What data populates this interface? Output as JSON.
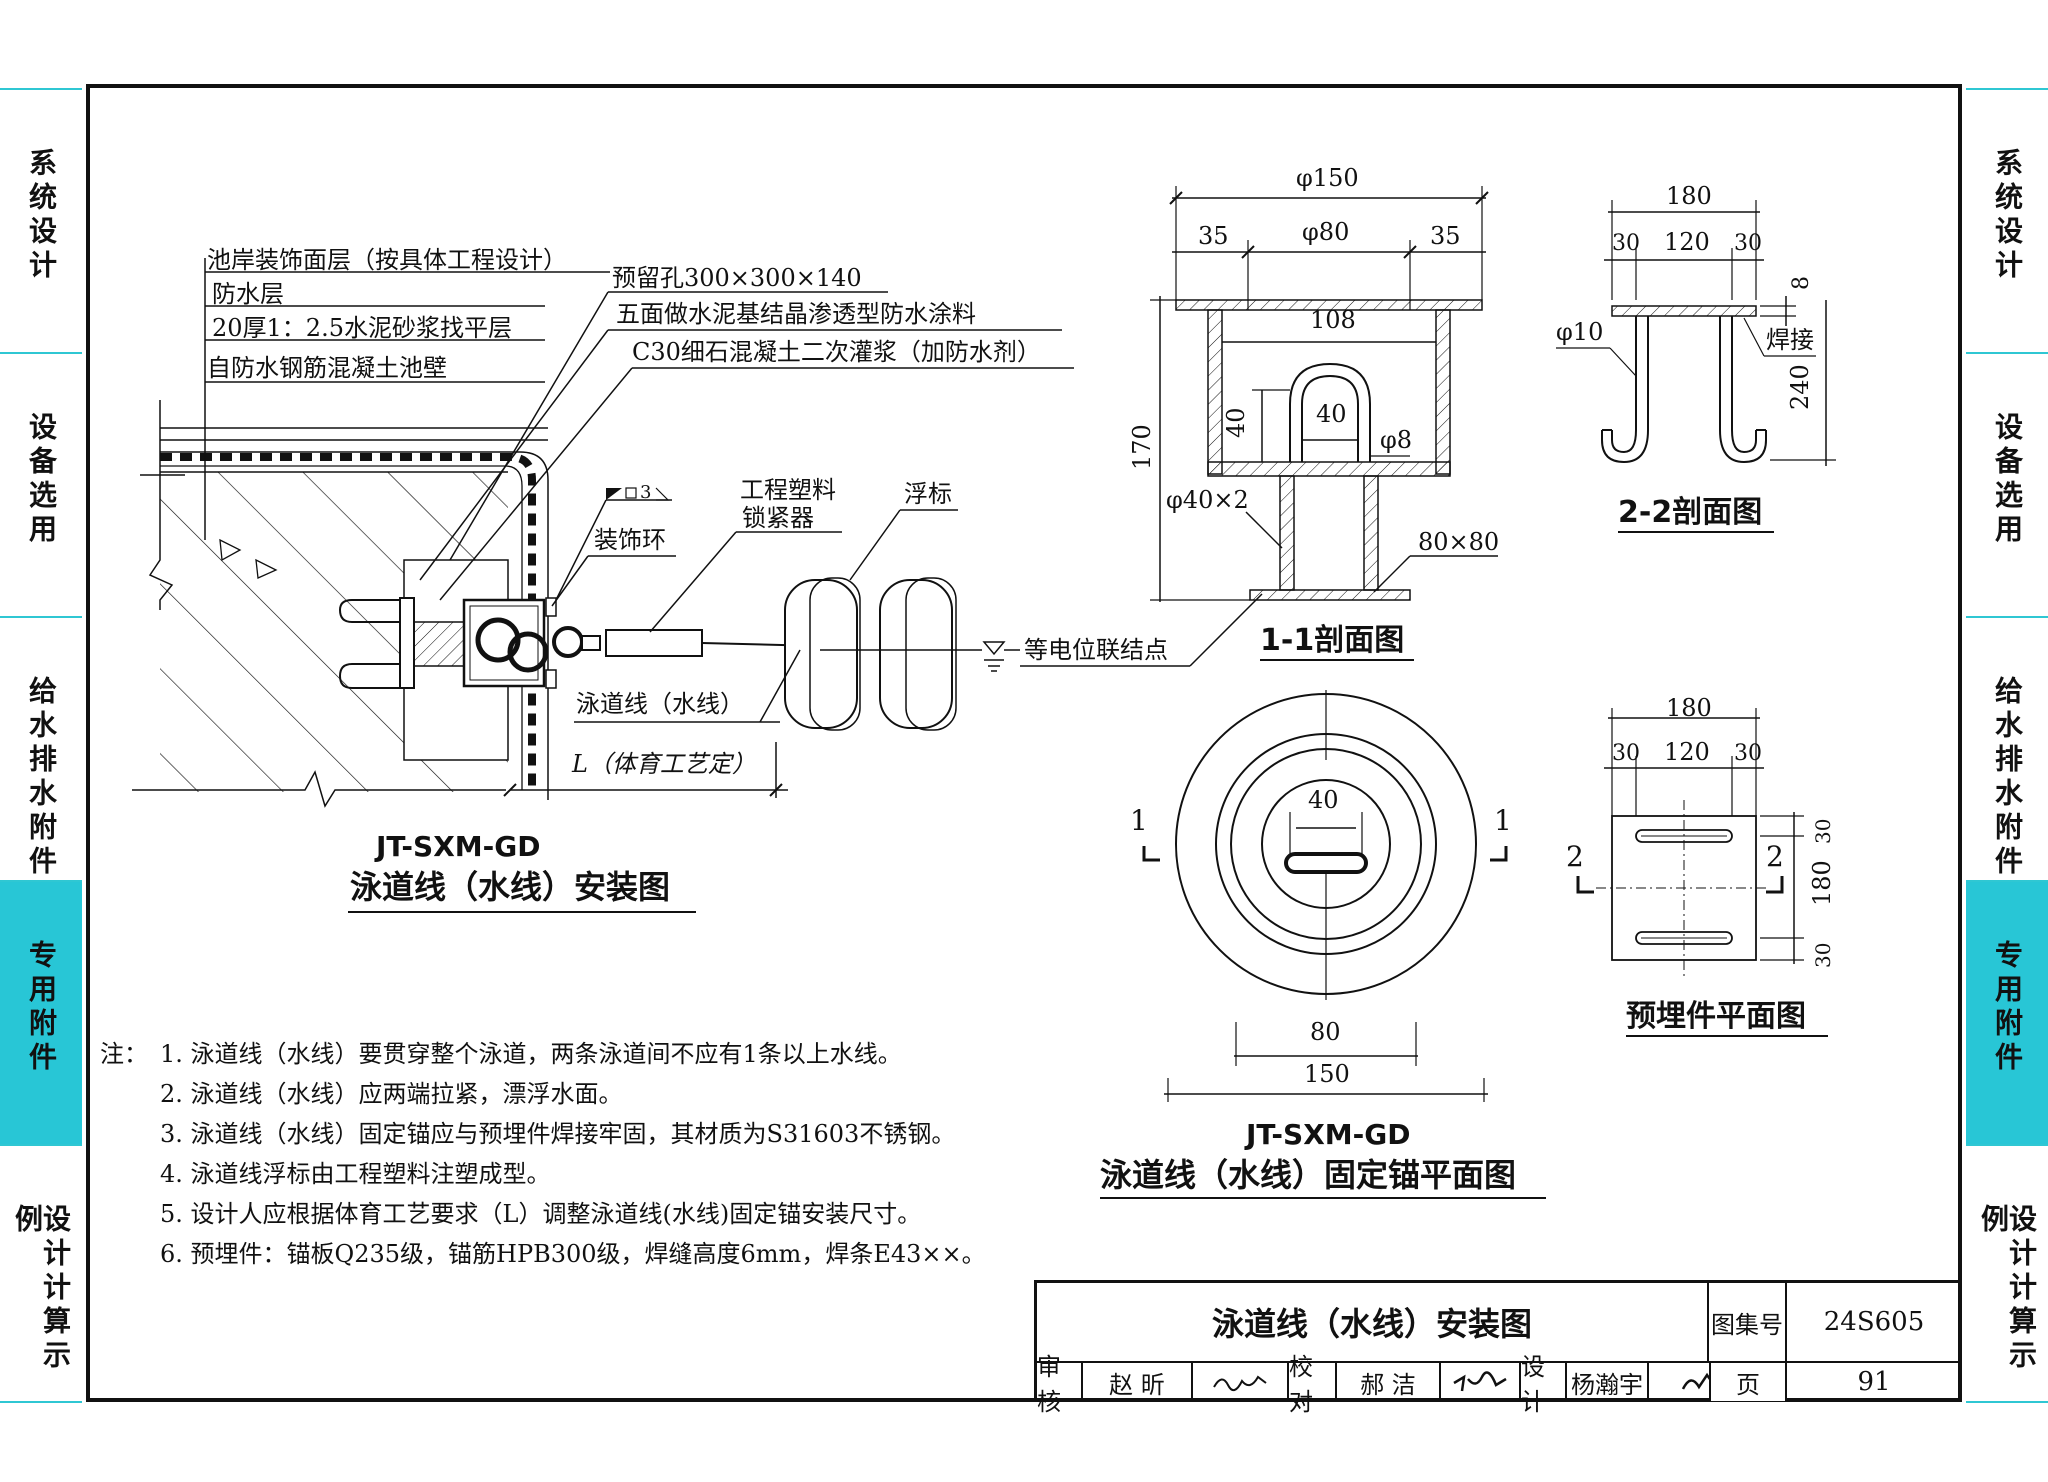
{
  "side_tabs": [
    {
      "label": "系统设计",
      "active": false
    },
    {
      "label": "设备选用",
      "active": false
    },
    {
      "label": "给水排水附件",
      "active": false
    },
    {
      "label": "专用附件",
      "active": true
    },
    {
      "label": "设计计算示例",
      "active": false
    }
  ],
  "colors": {
    "accent": "#28c6d6",
    "line": "#111111"
  },
  "install": {
    "layer_labels": [
      "池岸装饰面层（按具体工程设计）",
      "防水层",
      "20厚1：2.5水泥砂浆找平层",
      "自防水钢筋混凝土池壁"
    ],
    "hole_label": "预留孔300×300×140",
    "coating_label": "五面做水泥基结晶渗透型防水涂料",
    "grout_label": "C30细石混凝土二次灌浆（加防水剂）",
    "weld_symbol": "3",
    "deco_ring": "装饰环",
    "tensioner": "工程塑料锁紧器",
    "float": "浮标",
    "lane_rope": "泳道线（水线）",
    "length_label": "L（体育工艺定）",
    "bonding_point": "等电位联结点",
    "code": "JT-SXM-GD",
    "title": "泳道线（水线）安装图"
  },
  "section11": {
    "dim_top": "φ150",
    "dim_35a": "35",
    "dim_80": "φ80",
    "dim_35b": "35",
    "dim_108": "108",
    "dim_170": "170",
    "dim_40v": "40",
    "dim_40h": "40",
    "rod_dia": "φ8",
    "pipe": "φ40×2",
    "plate": "80×80",
    "title": "1-1剖面图"
  },
  "section22": {
    "dim_180": "180",
    "dim_30a": "30",
    "dim_120": "120",
    "dim_30b": "30",
    "dim_8": "8",
    "bar": "φ10",
    "weld": "焊接",
    "dim_240": "240",
    "title": "2-2剖面图"
  },
  "plan": {
    "dim_40": "40",
    "dim_80": "80",
    "dim_150": "150",
    "cut_mark": "1",
    "code": "JT-SXM-GD",
    "title": "泳道线（水线）固定锚平面图"
  },
  "embed": {
    "dim_180": "180",
    "dim_30a": "30",
    "dim_120": "120",
    "dim_30b": "30",
    "v_30a": "30",
    "v_180": "180",
    "v_30b": "30",
    "cut_mark": "2",
    "title": "预埋件平面图"
  },
  "notes": {
    "label": "注：",
    "items": [
      "1.  泳道线（水线）要贯穿整个泳道，两条泳道间不应有1条以上水线。",
      "2.  泳道线（水线）应两端拉紧，漂浮水面。",
      "3.  泳道线（水线）固定锚应与预埋件焊接牢固，其材质为S31603不锈钢。",
      "4.  泳道线浮标由工程塑料注塑成型。",
      "5.  设计人应根据体育工艺要求（L）调整泳道线(水线)固定锚安装尺寸。",
      "6.  预埋件：锚板Q235级，锚筋HPB300级，焊缝高度6mm，焊条E43××。"
    ]
  },
  "title_block": {
    "title": "泳道线（水线）安装图",
    "atlas_label": "图集号",
    "atlas_no": "24S605",
    "review": "审核",
    "reviewer": "赵  昕",
    "check": "校对",
    "checker": "郝  洁",
    "design": "设计",
    "designer": "杨瀚宇",
    "page_label": "页",
    "page_no": "91"
  }
}
